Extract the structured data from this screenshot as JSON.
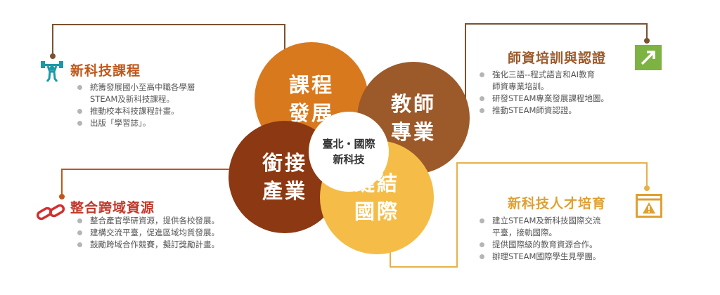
{
  "center": {
    "line1": "臺北・國際",
    "line2": "新科技"
  },
  "petals": {
    "course": {
      "line1": "課程",
      "line2": "發展",
      "color": "#d9791e"
    },
    "teacher": {
      "line1": "教師",
      "line2": "專業",
      "color": "#9c5a2b"
    },
    "industry": {
      "line1": "銜接",
      "line2": "產業",
      "color": "#8c3812"
    },
    "global": {
      "line1": "鏈結",
      "line2": "國際",
      "color": "#f5bd47"
    }
  },
  "sections": {
    "tech_course": {
      "title": "新科技課程",
      "color": "#c0571a",
      "icon": "weightlifter-icon",
      "items": [
        "統籌發展國小至高中職各學層",
        "STEAM及新科技課程。",
        "推動校本科技課程計畫。",
        "出版「學習誌」。"
      ]
    },
    "teacher_training": {
      "title": "師資培訓與認證",
      "color": "#9c5a2b",
      "icon": "growth-arrow-icon",
      "items": [
        "強化三語--程式語言和AI教育",
        "師資專業培訓。",
        "研發STEAM專業發展課程地圖。",
        "推動STEAM師資認證。"
      ]
    },
    "cross_domain": {
      "title": "整合跨域資源",
      "color": "#c0392b",
      "icon": "chain-link-icon",
      "items": [
        "整合產官學研資源，提供各校發展。",
        "建構交流平臺，促進區域均質發展。",
        "鼓勵跨域合作競賽，擬訂獎勵計畫。"
      ]
    },
    "talent": {
      "title": "新科技人才培育",
      "color": "#e0a030",
      "icon": "warning-window-icon",
      "items": [
        "建立STEAM及新科技國際交流",
        "平臺，接軌國際。",
        "提供國際級的教育資源合作。",
        "辦理STEAM國際學生見學團。"
      ]
    }
  }
}
